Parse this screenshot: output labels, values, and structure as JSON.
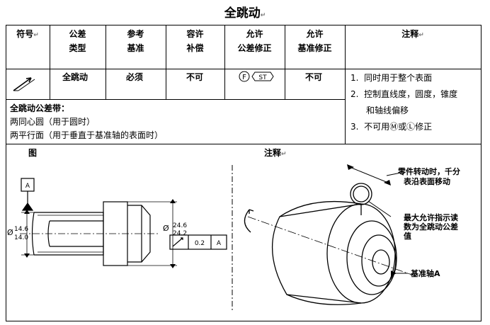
{
  "title": "全跳动",
  "header": {
    "col1": "符号",
    "col2": [
      "公差",
      "类型"
    ],
    "col3": [
      "参考",
      "基准"
    ],
    "col4": [
      "容许",
      "补偿"
    ],
    "col5": [
      "允许",
      "公差修正"
    ],
    "col6": [
      "允许",
      "基准修正"
    ],
    "col7": "注释"
  },
  "row": {
    "type": "全跳动",
    "datum": "必须",
    "bonus": "不可",
    "modifier_f": "F",
    "modifier_st": "ST",
    "datum_modifier": "不可"
  },
  "notes": [
    {
      "num": "1.",
      "text": "同时用于整个表面"
    },
    {
      "num": "2.",
      "text": "控制直线度，圆度，锥度"
    },
    {
      "num": "",
      "text": "和轴线偏移"
    },
    {
      "num": "3.",
      "text": "不可用Ⓜ或Ⓛ修正"
    }
  ],
  "zone": {
    "title": "全跳动公差带：",
    "line1": "两同心圆（用于圆时）",
    "line2": "两平行面（用于垂直于基准轴的表面时）"
  },
  "sections": {
    "figure": "图",
    "notes": "注释"
  },
  "drawing": {
    "datum_label": "A",
    "dia_small": "Ø",
    "small_upper": "14.6",
    "small_lower": "14.0",
    "dia_large": "Ø",
    "large_upper": "24.6",
    "large_lower": "24.2",
    "fcf_tolerance": "0.2",
    "fcf_datum": "A"
  },
  "illustration": {
    "callout1_a": "零件转动时，千分",
    "callout1_b": "表沿表面移动",
    "callout2_a": "最大允许指示读",
    "callout2_b": "数为全跳动公差",
    "callout2_c": "值",
    "callout3": "基准轴A"
  },
  "colors": {
    "line": "#000000",
    "paragraph_mark": "#777777"
  }
}
